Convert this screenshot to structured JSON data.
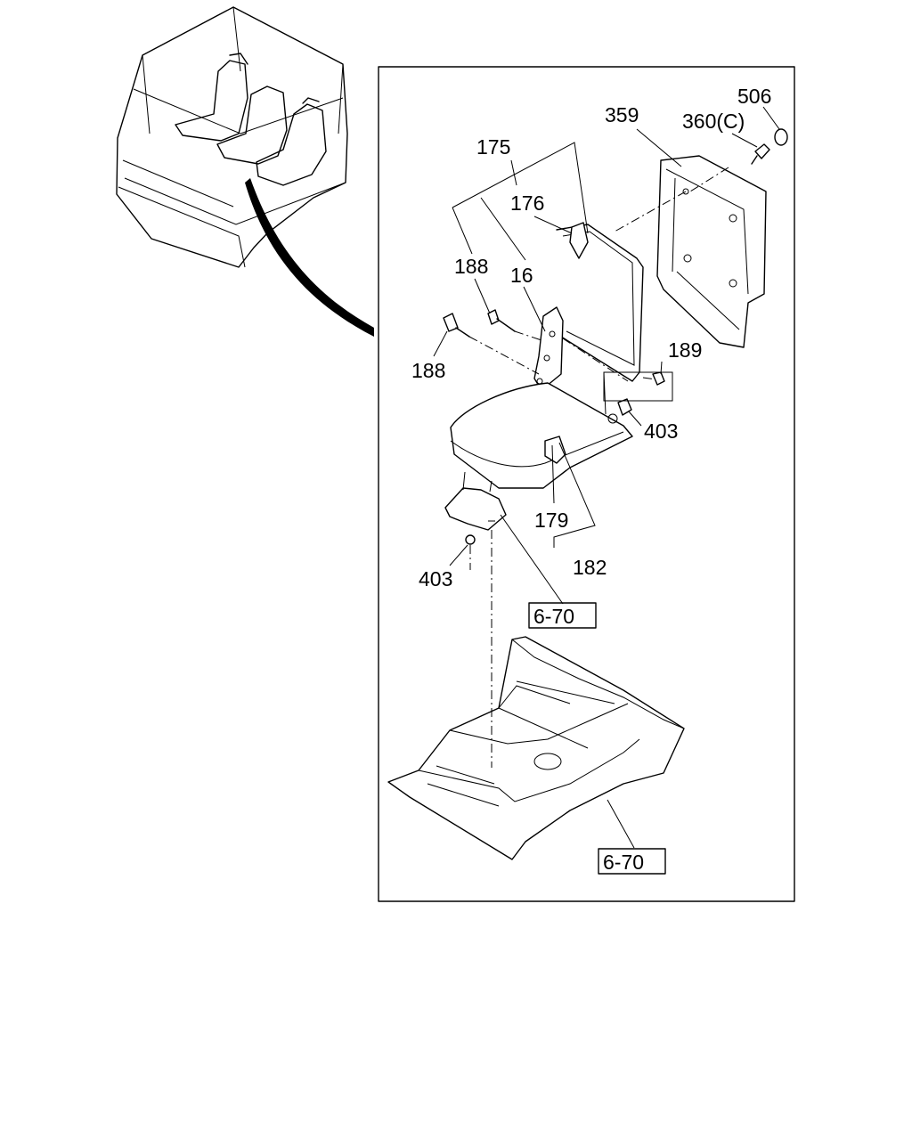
{
  "diagram": {
    "callouts": {
      "c506": "506",
      "c359": "359",
      "c360": "360(C)",
      "c175": "175",
      "c176": "176",
      "c188a": "188",
      "c16": "16",
      "c188b": "188",
      "c189": "189",
      "c403a": "403",
      "c179": "179",
      "c182": "182",
      "c403b": "403"
    },
    "refs": {
      "ref1": "6-70",
      "ref2": "6-70"
    }
  }
}
